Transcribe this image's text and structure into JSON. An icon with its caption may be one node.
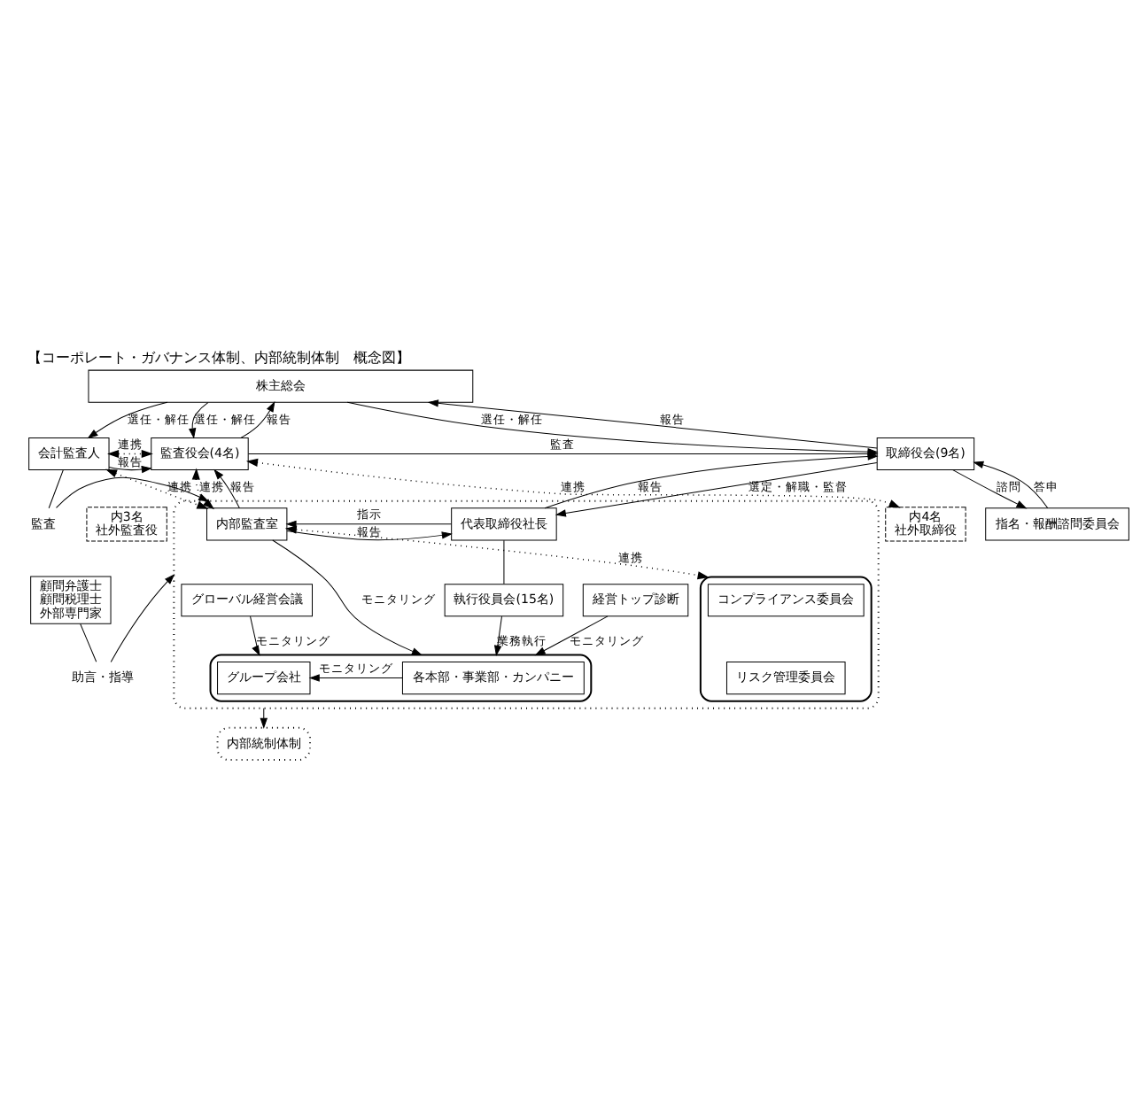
{
  "diagram": {
    "title": "【コーポレート・ガバナンス体制、内部統制体制　概念図】",
    "nodes": [
      {
        "text": [
          "株主総会"
        ]
      },
      {
        "text": [
          "会計監査人"
        ]
      },
      {
        "text": [
          "監査役会(4名)"
        ]
      },
      {
        "text": [
          "内3名",
          "社外監査役"
        ]
      },
      {
        "text": [
          "取締役会(9名)"
        ]
      },
      {
        "text": [
          "内4名",
          "社外取締役"
        ]
      },
      {
        "text": [
          "指名・報酬諮問委員会"
        ]
      },
      {
        "text": [],
        "shape": "box"
      },
      {
        "text": [
          "内部監査室"
        ],
        "in": 7
      },
      {
        "text": [
          "代表取締役社長"
        ],
        "in": 7
      },
      {
        "text": [],
        "shape": "box",
        "in": 7
      },
      {
        "text": [
          "コンプライアンス委員会"
        ],
        "in": 10
      },
      {
        "text": [
          "リスク管理委員会"
        ],
        "in": 10
      },
      {
        "text": [
          "執行役員会(15名)"
        ],
        "in": 7
      },
      {
        "text": [
          "グローバル経営会議"
        ],
        "in": 7
      },
      {
        "text": [
          "経営トップ診断"
        ],
        "in": 7
      },
      {
        "text": [],
        "shape": "box",
        "in": 7
      },
      {
        "text": [
          "各本部・事業部・カンパニー"
        ],
        "in": 16
      },
      {
        "text": [
          "グループ会社"
        ],
        "in": 16
      },
      {
        "text": [
          "顧問弁護士",
          "顧問税理士",
          "外部専門家"
        ]
      },
      {
        "text": [
          "監査"
        ]
      },
      {
        "text": [
          "助言・指導"
        ]
      },
      {
        "text": [
          "内部統制体制"
        ]
      }
    ],
    "edges": [
      {
        "from": 0,
        "to": 1,
        "arrow": "to",
        "label": "選任・解任"
      },
      {
        "from": 2,
        "to": 0,
        "arrow": "to",
        "label": "報告"
      },
      {
        "from": 0,
        "to": 2,
        "arrow": "to",
        "label": "選任・解任"
      },
      {
        "from": 4,
        "to": 0,
        "arrow": "to",
        "label": "報告"
      },
      {
        "from": 0,
        "to": 4,
        "arrow": "to",
        "label": "選任・解任"
      },
      {
        "from": 1,
        "to": 2,
        "arrow": "both",
        "label": "連携",
        "style": "dashed"
      },
      {
        "from": 1,
        "to": 2,
        "arrow": "to",
        "label": "報告"
      },
      {
        "from": 2,
        "to": 4,
        "arrow": "to",
        "label": "監査"
      },
      {
        "from": 2,
        "to": 5,
        "arrow": "both",
        "label": "連携",
        "style": "dashed"
      },
      {
        "from": 4,
        "to": 6,
        "arrow": "to",
        "label": "諮問"
      },
      {
        "from": 6,
        "to": 4,
        "arrow": "to",
        "label": "答申"
      },
      {
        "from": 1,
        "to": 8,
        "arrow": "both",
        "label": "連携",
        "style": "dashed"
      },
      {
        "from": 2,
        "to": 8,
        "arrow": "both",
        "label": "連携",
        "style": "dashed"
      },
      {
        "from": 8,
        "to": 2,
        "arrow": "to",
        "label": "報告"
      },
      {
        "from": 9,
        "to": 4,
        "arrow": "to",
        "label": "報告"
      },
      {
        "from": 4,
        "to": 9,
        "arrow": "to",
        "label": "選定・解職・監督"
      },
      {
        "from": 9,
        "to": 8,
        "arrow": "to",
        "label": "指示"
      },
      {
        "from": 8,
        "to": 9,
        "arrow": "to",
        "label": "報告"
      },
      {
        "from": 8,
        "to": 10,
        "arrow": "both",
        "label": "連携",
        "style": "dashed"
      },
      {
        "from": 9,
        "to": 13,
        "arrow": "none"
      },
      {
        "from": 13,
        "to": 16,
        "arrow": "to",
        "label": "業務執行"
      },
      {
        "from": 14,
        "to": 16,
        "arrow": "to",
        "label": "モニタリング"
      },
      {
        "from": 15,
        "to": 16,
        "arrow": "to",
        "label": "モニタリング"
      },
      {
        "from": 8,
        "to": 16,
        "arrow": "to",
        "label": "モニタリング"
      },
      {
        "from": 17,
        "to": 18,
        "arrow": "to",
        "label": "モニタリング"
      },
      {
        "from": 1,
        "to": 20,
        "arrow": "none"
      },
      {
        "from": 20,
        "to": 7,
        "arrow": "to"
      },
      {
        "from": 19,
        "to": 21,
        "arrow": "none"
      },
      {
        "from": 21,
        "to": 7,
        "arrow": "to"
      },
      {
        "from": 7,
        "to": 22,
        "arrow": "to"
      }
    ]
  }
}
